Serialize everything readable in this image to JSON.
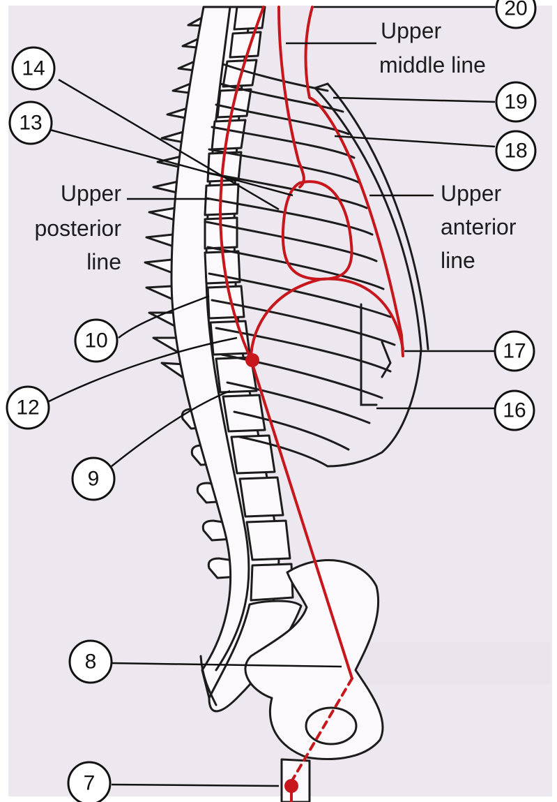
{
  "labels": {
    "upper_middle_line_1": "Upper",
    "upper_middle_line_2": "middle line",
    "upper_posterior_line_1": "Upper",
    "upper_posterior_line_2": "posterior",
    "upper_posterior_line_3": "line",
    "upper_anterior_line_1": "Upper",
    "upper_anterior_line_2": "anterior",
    "upper_anterior_line_3": "line"
  },
  "markers": {
    "m20": "20",
    "m19": "19",
    "m18": "18",
    "m17": "17",
    "m16": "16",
    "m14": "14",
    "m13": "13",
    "m12": "12",
    "m10": "10",
    "m9": "9",
    "m8": "8",
    "m7": "7"
  },
  "colors": {
    "background": "#ede8ef",
    "line_red": "#c8171c",
    "ink": "#1c1c1c"
  }
}
